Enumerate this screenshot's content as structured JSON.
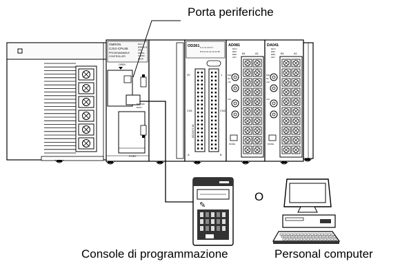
{
  "captions": {
    "peripheral_port": "Porta periferiche",
    "or": "O",
    "programming_console": "Console di programmazione",
    "personal_computer": "Personal computer"
  },
  "modules": {
    "cpu": {
      "brand": "OMRON",
      "model": "CJ1G-CPU45",
      "kind": "PROGRAMMABLE",
      "kind2": "CONTROLLER",
      "leds": [
        "RUN",
        "ERR/ALM",
        "INH",
        "PRPHL",
        "COMM",
        "BKUP"
      ],
      "open_label": "OPEN",
      "mcpwr_label": "MCPWR",
      "busy_label": "BUSY",
      "port_label": "PORT"
    },
    "io_module": {
      "name": "OD261",
      "connector_left": "CN1",
      "connector_right": "CN2",
      "vertical_text": "DC24V 0.3A",
      "top_row": "0 1 2 3 4 5 6 7",
      "row_label_left": "20",
      "row_label_right": "1",
      "bottom_left": "A",
      "bottom_right": "B"
    },
    "ad_module": {
      "name": "AD081",
      "status": [
        "RUN",
        "ERC",
        "ERH",
        "ADJ"
      ],
      "terminal_cols": [
        "B1",
        "A1"
      ],
      "mach_label": "MACH",
      "no_label": "No.",
      "x10_label": "x10",
      "x1_label": "x10",
      "mode_label": "MODE"
    },
    "da_module": {
      "name": "DA041",
      "status": [
        "RUN",
        "ERC",
        "ERH",
        "ADJ"
      ],
      "terminal_cols": [
        "B1",
        "A1"
      ],
      "mach_label": "MACH",
      "no_label": "No.",
      "x10_label": "x10",
      "x1_label": "x10",
      "mode_label": "MODE"
    }
  }
}
